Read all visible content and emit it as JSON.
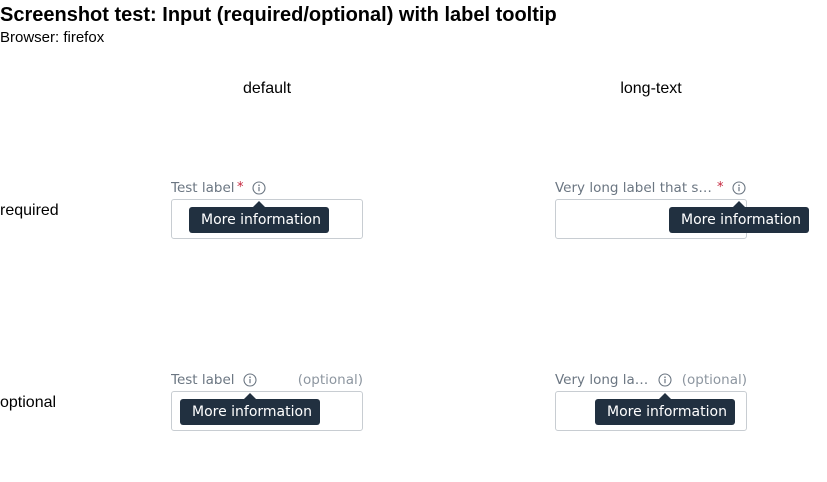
{
  "title": "Screenshot test: Input (required/optional) with label tooltip",
  "browser": "Browser: firefox",
  "columns": [
    "default",
    "long-text"
  ],
  "rows": [
    "required",
    "optional"
  ],
  "cells": {
    "required_default": {
      "label": "Test label",
      "required_marker": "*",
      "tooltip": "More information"
    },
    "required_long": {
      "label": "Very long label that s…",
      "required_marker": "*",
      "tooltip": "More information"
    },
    "optional_default": {
      "label": "Test label",
      "optional_text": "(optional)",
      "tooltip": "More information"
    },
    "optional_long": {
      "label": "Very long la…",
      "optional_text": "(optional)",
      "tooltip": "More information"
    }
  },
  "icons": {
    "info": "info-circle-icon"
  },
  "colors": {
    "label": "#6b7682",
    "required_star": "#c4233a",
    "optional": "#8d96a0",
    "tooltip_bg": "#213040",
    "input_border": "#c8cdd2"
  }
}
